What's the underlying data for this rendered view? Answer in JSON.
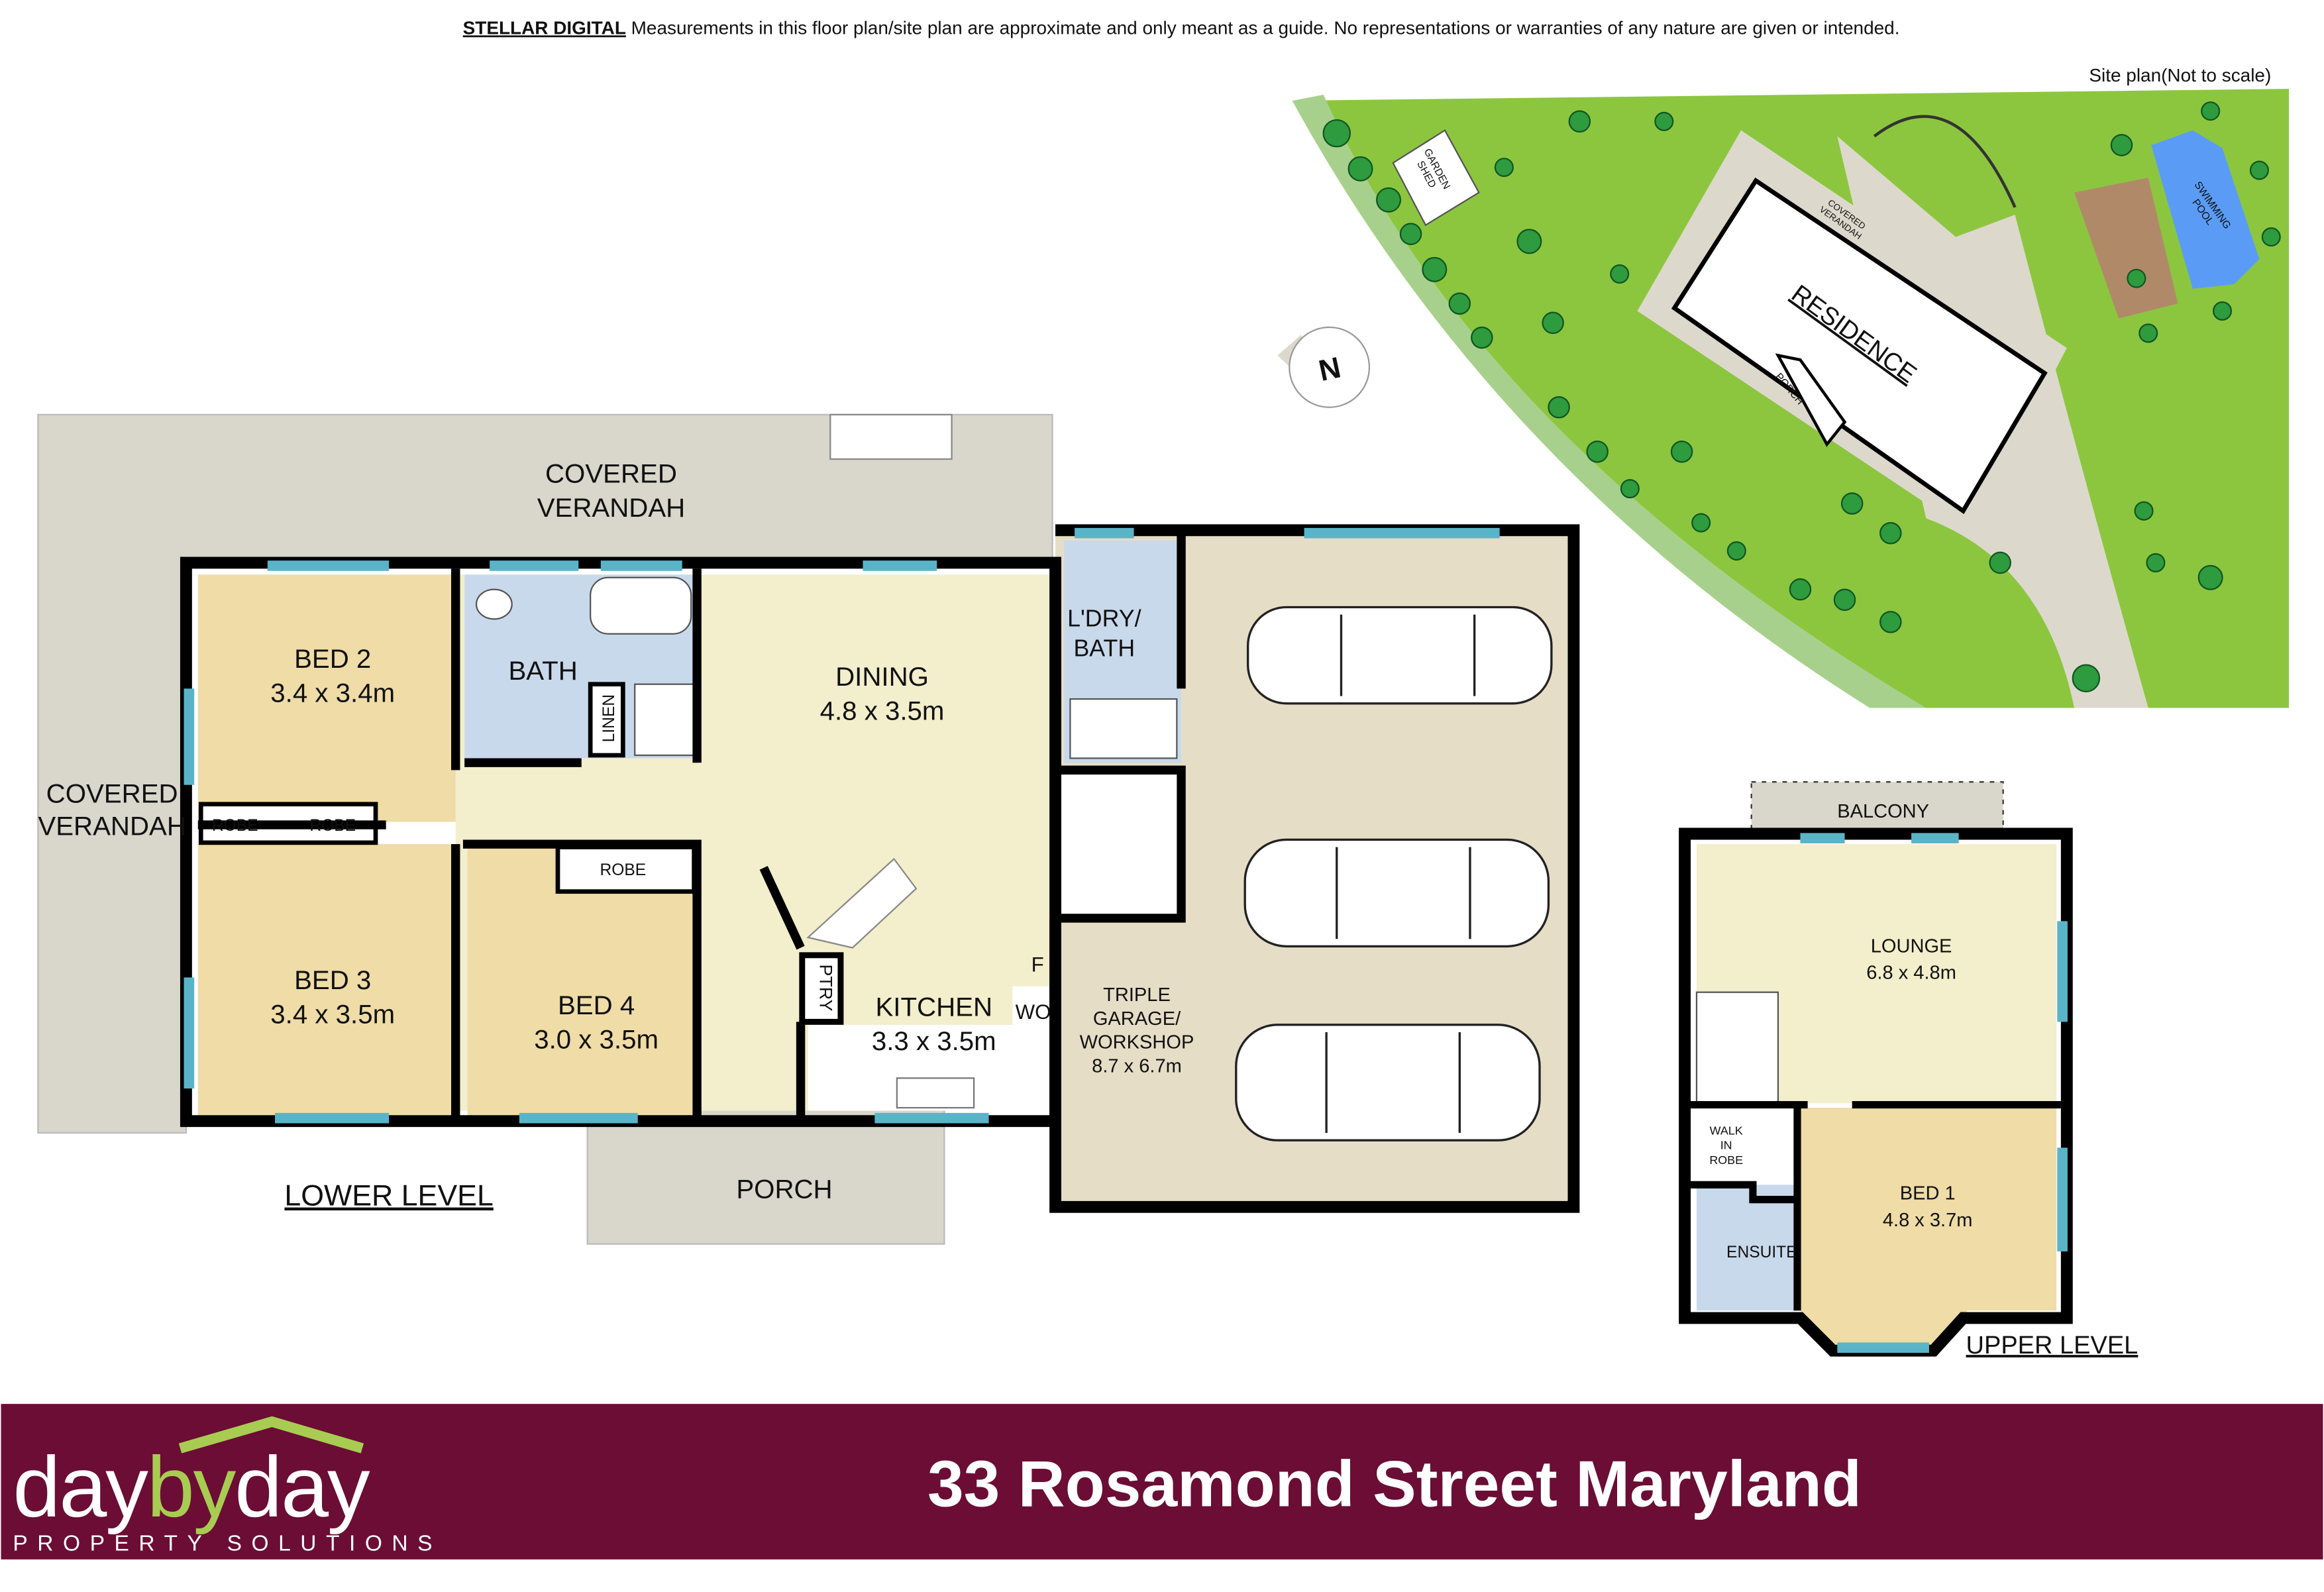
{
  "header": {
    "brand": "STELLAR DIGITAL",
    "disclaimer": " Measurements in this floor plan/site plan are approximate and only meant as a guide. No representations or warranties of any nature are given or intended."
  },
  "site_plan": {
    "label": "Site plan(Not to scale)",
    "garden_shed": [
      "GARDEN",
      "SHED"
    ],
    "covered_verandah": [
      "COVERED",
      "VERANDAH"
    ],
    "residence": "RESIDENCE",
    "porch": "PORCH",
    "swimming_pool": [
      "SWIMMING",
      "POOL"
    ],
    "compass": "N"
  },
  "lower_level": {
    "title": "LOWER LEVEL",
    "verandah_top": [
      "COVERED",
      "VERANDAH"
    ],
    "verandah_left": [
      "COVERED",
      "VERANDAH"
    ],
    "bed2": {
      "name": "BED 2",
      "size": "3.4 x 3.4m"
    },
    "bath": "BATH",
    "linen": "LINEN",
    "dining": {
      "name": "DINING",
      "size": "4.8 x 3.5m"
    },
    "laundry": [
      "L'DRY/",
      "BATH"
    ],
    "robes": [
      "ROBE",
      "ROBE",
      "ROBE"
    ],
    "bed3": {
      "name": "BED 3",
      "size": "3.4 x 3.5m"
    },
    "bed4": {
      "name": "BED 4",
      "size": "3.0 x 3.5m"
    },
    "pantry": "PTRY",
    "kitchen": {
      "name": "KITCHEN",
      "size": "3.3 x 3.5m"
    },
    "fridge": "F",
    "wall_oven": "WO",
    "garage": {
      "lines": [
        "TRIPLE",
        "GARAGE/",
        "WORKSHOP"
      ],
      "size": "8.7 x 6.7m"
    },
    "porch": "PORCH"
  },
  "upper_level": {
    "title": "UPPER LEVEL",
    "balcony": "BALCONY",
    "lounge": {
      "name": "LOUNGE",
      "size": "6.8 x 4.8m"
    },
    "walk_in_robe": [
      "WALK",
      "IN",
      "ROBE"
    ],
    "bed1": {
      "name": "BED 1",
      "size": "4.8 x 3.7m"
    },
    "ensuite": "ENSUITE"
  },
  "footer": {
    "address": "33 Rosamond Street Maryland",
    "logo": {
      "day1": "day",
      "by": "by",
      "day2": "day",
      "tagline": "PROPERTY SOLUTIONS"
    }
  },
  "colors": {
    "banner": "#6b0d35",
    "logo_accent": "#a8cc52",
    "bedroom": "#efdca6",
    "living": "#f3eecb",
    "wet_area": "#c9d9ec",
    "garage": "#e6ddc7",
    "verandah": "#d9d6cc",
    "window": "#5ab4c8",
    "lawn": "#8cc63f",
    "garden_bed": "#a8d08d",
    "pool": "#5a9cf5"
  }
}
